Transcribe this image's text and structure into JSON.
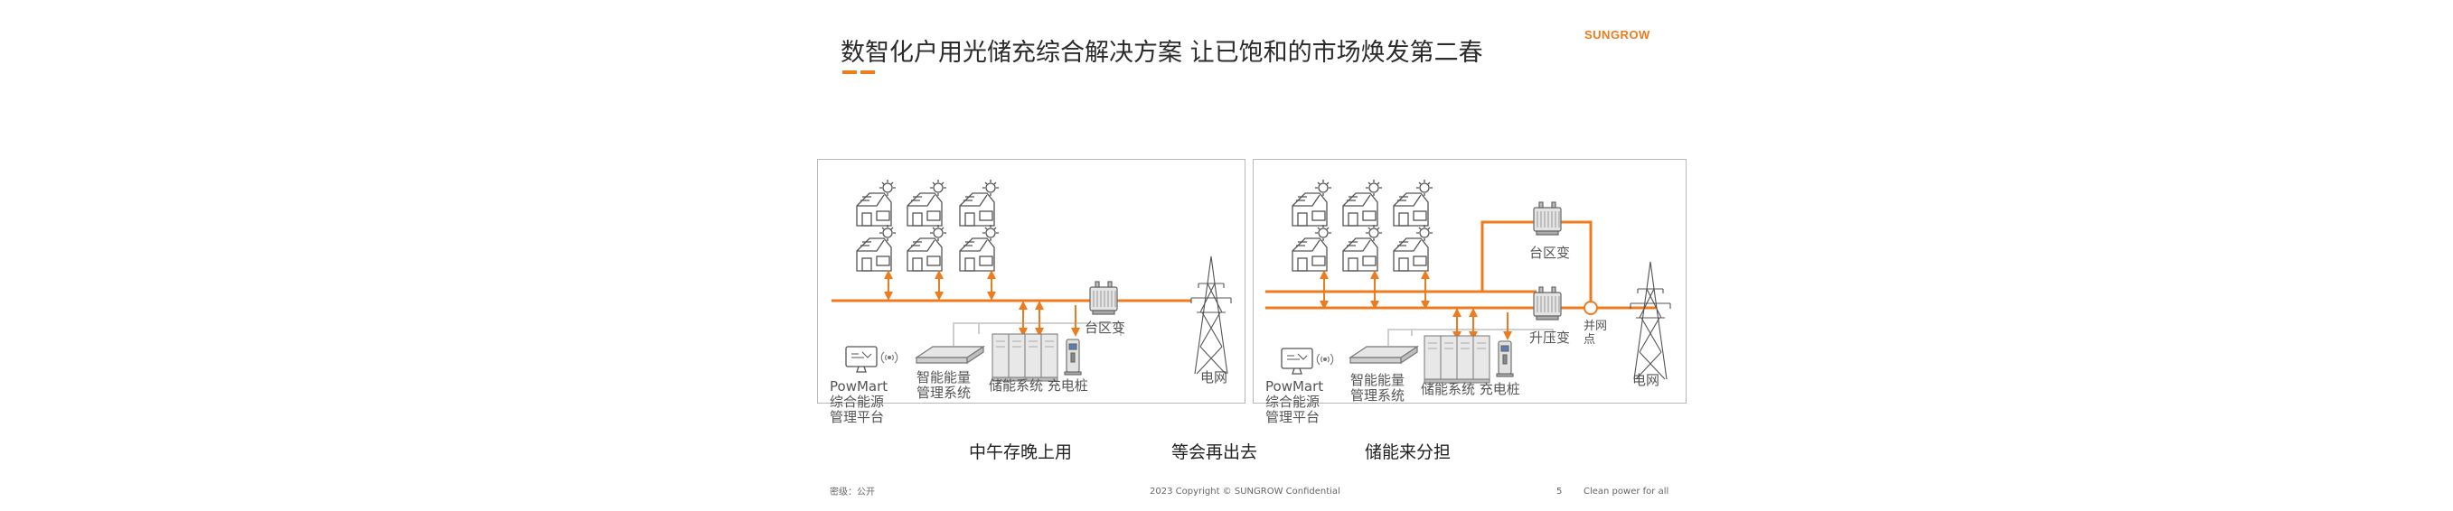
{
  "header": {
    "title": "数智化户用光储充综合解决方案 让已饱和的市场焕发第二春",
    "logo": "SUNGROW",
    "accent_color": "#ee7b1e"
  },
  "left_panel": {
    "transformer_label": "台区变",
    "grid_label": "电网",
    "platform_label": "PowMart\n综合能源\n管理平台",
    "ems_label": "智能能量\n管理系统",
    "storage_label": "储能系统 充电桩"
  },
  "right_panel": {
    "area_transformer_label": "台区变",
    "step_up_label": "升压变",
    "connection_label": "并网\n点",
    "grid_label": "电网",
    "platform_label": "PowMart\n综合能源\n管理平台",
    "ems_label": "智能能量\n管理系统",
    "storage_label": "储能系统 充电桩"
  },
  "captions": {
    "left": "中午存晚上用",
    "middle": "等会再出去",
    "right": "储能来分担"
  },
  "footer": {
    "classification": "密级：公开",
    "copyright": "2023 Copyright © SUNGROW Confidential",
    "page_number": "5",
    "slogan": "Clean power for all"
  },
  "colors": {
    "power_line": "#ee7b1e",
    "comm_line": "#c9c9c9",
    "icon_stroke": "#555555"
  },
  "icons": [
    "house-solar-icon",
    "transformer-icon",
    "pylon-icon",
    "monitor-icon",
    "wifi-icon",
    "ems-device-icon",
    "battery-cabinet-icon",
    "charger-icon"
  ]
}
